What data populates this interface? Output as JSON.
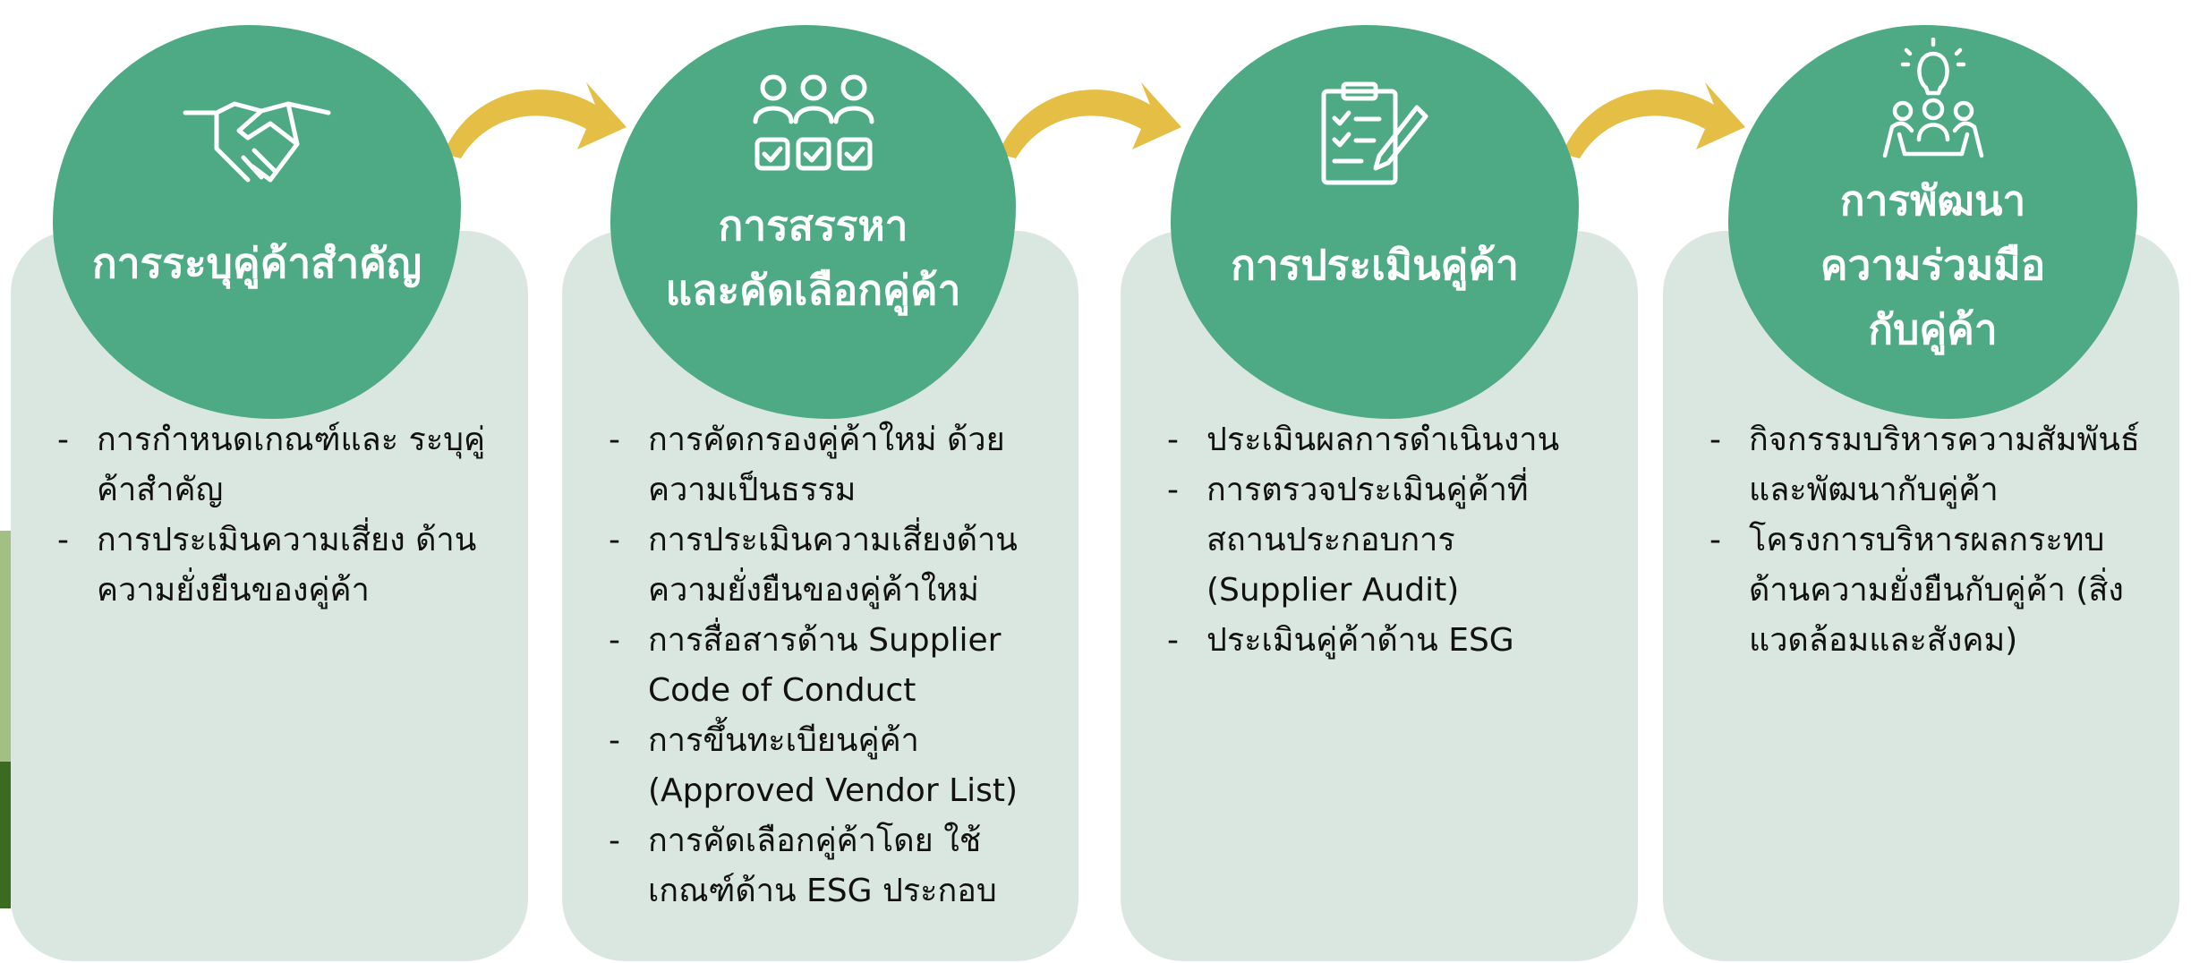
{
  "colors": {
    "blob": "#4EA985",
    "card": "#DAE7E0",
    "arrow": "#E5BE45",
    "strip_light": "#A2C084",
    "strip_dark": "#3A6B20"
  },
  "steps": [
    {
      "icon": "handshake-icon",
      "title_lines": [
        "การระบุคู่ค้าสำคัญ"
      ],
      "items": [
        "การกำหนดเกณฑ์และ ระบุคู่ค้าสำคัญ",
        "การประเมินความเสี่ยง ด้านความยั่งยืนของคู่ค้า"
      ]
    },
    {
      "icon": "people-checklist-icon",
      "title_lines": [
        "การสรรหา",
        "และคัดเลือกคู่ค้า"
      ],
      "items": [
        "การคัดกรองคู่ค้าใหม่ ด้วยความเป็นธรรม",
        "การประเมินความเสี่ยงด้าน ความยั่งยืนของคู่ค้าใหม่",
        "การสื่อสารด้าน Supplier Code of Conduct",
        "การขึ้นทะเบียนคู่ค้า (Approved Vendor List)",
        "การคัดเลือกคู่ค้าโดย ใช้เกณฑ์ด้าน ESG ประกอบ"
      ]
    },
    {
      "icon": "clipboard-pen-icon",
      "title_lines": [
        "การประเมินคู่ค้า"
      ],
      "items": [
        "ประเมินผลการดำเนินงาน",
        "การตรวจประเมินคู่ค้าที่ สถานประกอบการ (Supplier Audit)",
        "ประเมินคู่ค้าด้าน ESG"
      ]
    },
    {
      "icon": "team-idea-icon",
      "title_lines": [
        "การพัฒนา",
        "ความร่วมมือ",
        "กับคู่ค้า"
      ],
      "items": [
        "กิจกรรมบริหารความสัมพันธ์ และพัฒนากับคู่ค้า",
        "โครงการบริหารผลกระทบ ด้านความยั่งยืนกับคู่ค้า (สิ่งแวดล้อมและสังคม)"
      ]
    }
  ]
}
